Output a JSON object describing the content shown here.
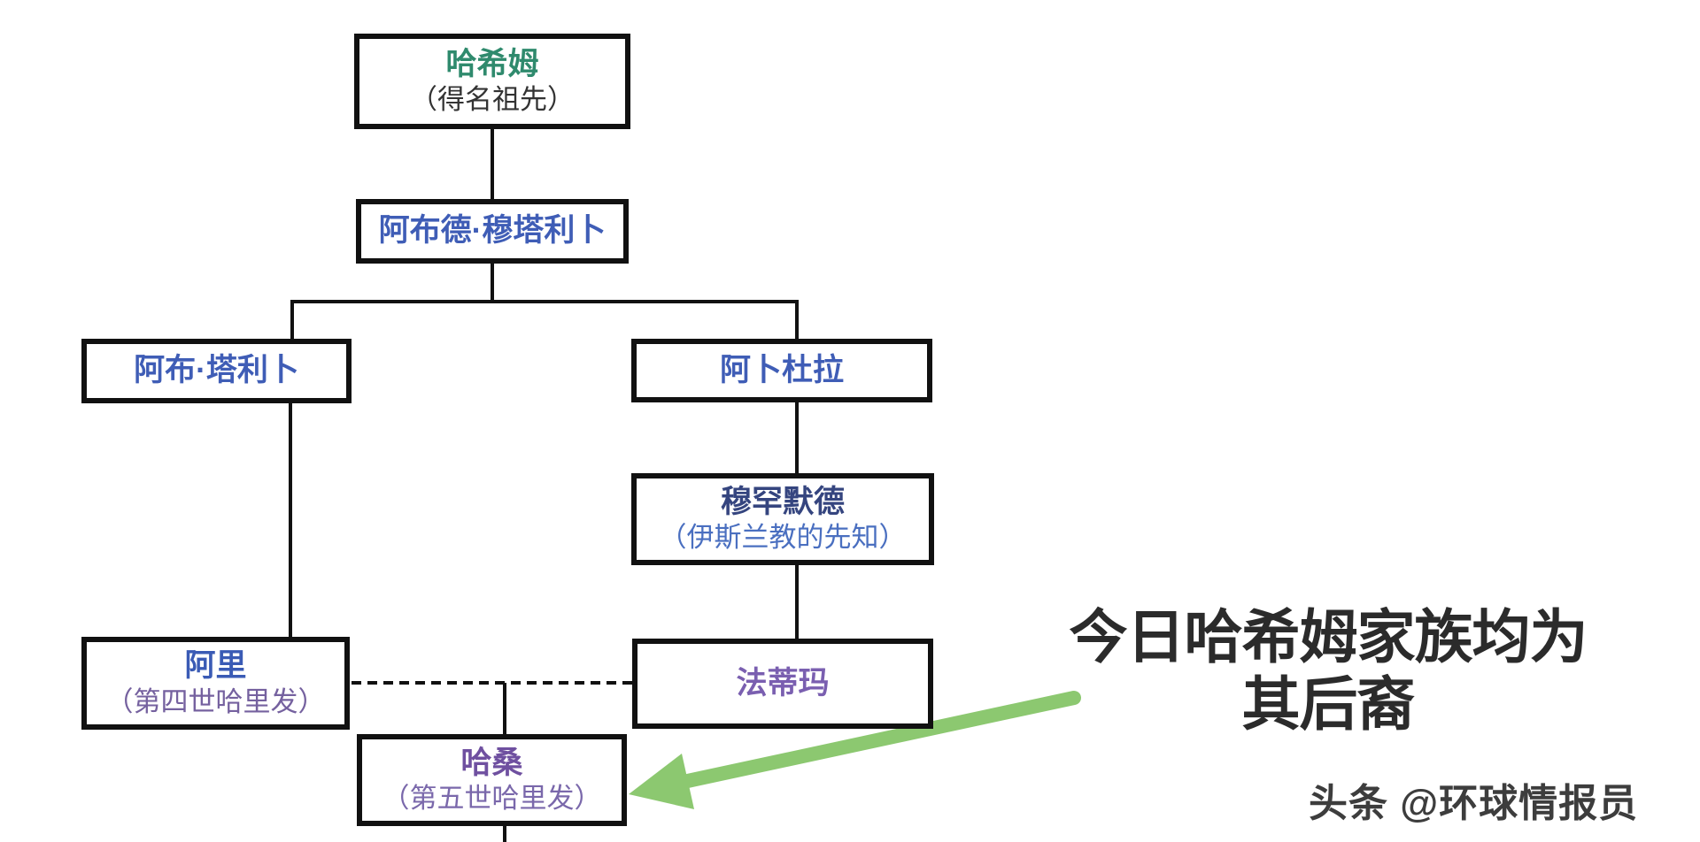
{
  "family_tree": {
    "nodes": {
      "hashim": {
        "name": "哈希姆",
        "subtitle": "（得名祖先）",
        "name_color": "#2f8a6d",
        "subtitle_color": "#333333"
      },
      "abd_muttalib": {
        "name": "阿布德·穆塔利卜",
        "name_color": "#3f5db6"
      },
      "abu_talib": {
        "name": "阿布·塔利卜",
        "name_color": "#3f5db6"
      },
      "abdullah": {
        "name": "阿卜杜拉",
        "name_color": "#3f5db6"
      },
      "muhammad": {
        "name": "穆罕默德",
        "subtitle": "（伊斯兰教的先知）",
        "name_color": "#35457f",
        "subtitle_color": "#4a6fc0"
      },
      "ali": {
        "name": "阿里",
        "subtitle": "（第四世哈里发）",
        "name_color": "#3a5bb5",
        "subtitle_color": "#75619f"
      },
      "fatima": {
        "name": "法蒂玛",
        "name_color": "#7a5fb0"
      },
      "hasan": {
        "name": "哈桑",
        "subtitle": "（第五世哈里发）",
        "name_color": "#6f50a0",
        "subtitle_color": "#7a68ab"
      }
    },
    "annotation": {
      "line1": "今日哈希姆家族均为",
      "line2": "其后裔",
      "color": "#2b2b2b"
    },
    "watermark": {
      "text": "头条 @环球情报员",
      "color": "#3d3d3d"
    },
    "colors": {
      "connector_line": "#111111",
      "box_border": "#111111",
      "arrow_green": "#8cc870"
    }
  }
}
